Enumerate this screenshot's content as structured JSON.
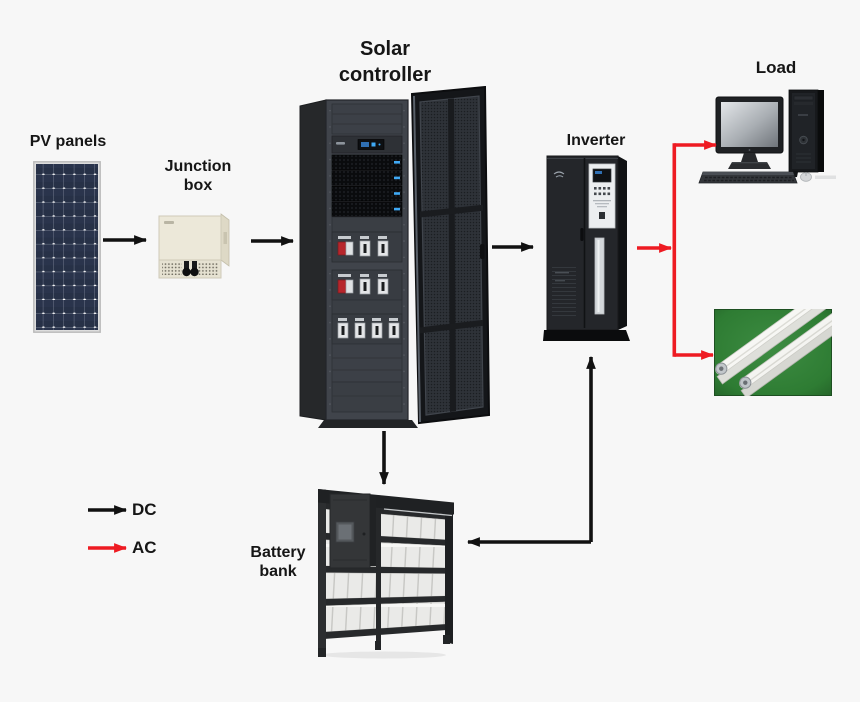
{
  "diagram": {
    "type": "system-block-diagram",
    "subject": "Solar power system with battery storage",
    "nodes": {
      "pv_panels": {
        "label": "PV panels"
      },
      "junction_box": {
        "label_line1": "Junction",
        "label_line2": "box"
      },
      "solar_controller": {
        "label_line1": "Solar",
        "label_line2": "controller"
      },
      "inverter": {
        "label": "Inverter"
      },
      "load": {
        "label": "Load"
      },
      "battery_bank": {
        "label_line1": "Battery",
        "label_line2": "bank"
      }
    },
    "legend": {
      "dc": {
        "label": "DC",
        "color": "#111111"
      },
      "ac": {
        "label": "AC",
        "color": "#ee1b22"
      }
    },
    "connections": [
      {
        "from": "PV panels",
        "to": "Junction box",
        "current": "DC"
      },
      {
        "from": "Junction box",
        "to": "Solar controller",
        "current": "DC"
      },
      {
        "from": "Solar controller",
        "to": "Inverter",
        "current": "DC"
      },
      {
        "from": "Solar controller",
        "to": "Battery bank",
        "current": "DC"
      },
      {
        "from": "Battery bank",
        "to": "Inverter",
        "current": "DC",
        "bidirectional": true
      },
      {
        "from": "Inverter",
        "to": "Load (computer)",
        "current": "AC"
      },
      {
        "from": "Inverter",
        "to": "Load (lighting)",
        "current": "AC"
      }
    ],
    "colors": {
      "background": "#f7f7f7",
      "dc": "#111111",
      "ac": "#ee1b22",
      "lamp_panel_green": "#2e7c33"
    }
  }
}
